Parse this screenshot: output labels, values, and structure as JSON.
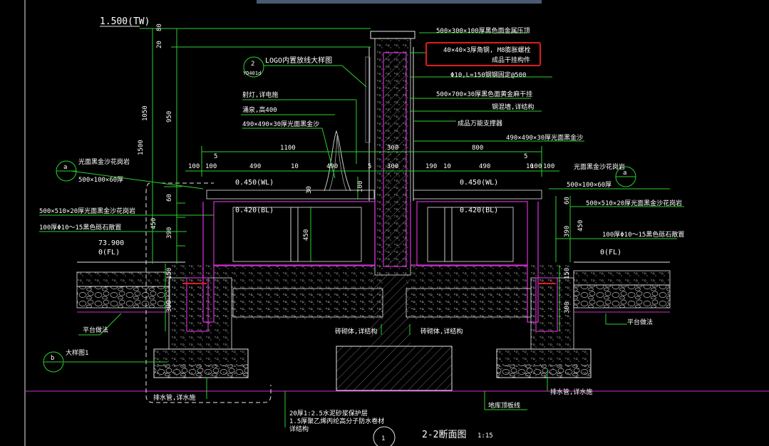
{
  "title": {
    "name": "2-2断面图",
    "scale": "1:15",
    "badge": "1"
  },
  "levels": {
    "tw": "1.500(TW)",
    "wl_left": "0.450(WL)",
    "wl_right": "0.450(WL)",
    "bl_left": "0.420(BL)",
    "bl_right": "0.420(BL)",
    "ground": "73.900",
    "fl_left": "0(FL)",
    "fl_right": "0(FL)"
  },
  "dimensions": {
    "v80": "80",
    "v20": "20",
    "v1050": "1050",
    "v950": "950",
    "v1500": "1500",
    "v60": "60",
    "v450": "450",
    "v390": "390",
    "v150": "150",
    "v300": "300",
    "r60": "60",
    "r390": "390",
    "r450": "450",
    "r150": "150",
    "r300": "300",
    "mid450": "450",
    "mid30": "30",
    "mid100": "100",
    "d5a": "5",
    "d5b": "5",
    "d1100": "1100",
    "d800": "800",
    "d300top": "300",
    "h100a": "100",
    "h100b": "100",
    "h490a": "490",
    "h10a": "10",
    "h490b": "490",
    "h5": "5",
    "h300": "300",
    "h190": "190",
    "h10b": "10",
    "h490c": "490",
    "h10c": "10",
    "h100c": "100",
    "h100d": "100"
  },
  "callouts": {
    "top_cap": "500×300×100厚黑色面金属压顶",
    "hl_line1": "40×40×3厚角钢, M8膨胀螺栓",
    "hl_line2": "成品干挂构件",
    "rebar": "Φ10,L=150钢钢固定@500",
    "panel": "500×700×30厚黑色面黄金麻干挂",
    "rc_wall": "钢混墙,详结构",
    "logo": "LOGO内置放线大样图",
    "detail_no": "2",
    "detail_ref": "YD401d",
    "spotlight": "射灯,详电施",
    "fountain": "涌泉,高400",
    "stone_top": "490×490×30厚光面黑金沙",
    "support": "成品万能支撑器",
    "stone_right": "490×490×30厚光面黑金沙",
    "left_a_title": "光面黑金沙花岗岩",
    "left_a_size": "500×100×60厚",
    "left_a_mark": "a",
    "right_a_title": "光面黑金沙花岗岩",
    "right_a_size": "500×100×60厚",
    "right_a_mark": "a",
    "left_side": "500×510×20厚光面黑金沙花岗岩",
    "right_side": "500×510×20厚光面黑金沙花岗岩",
    "left_pebble": "100厚Φ10～15黑色砾石散置",
    "right_pebble": "100厚Φ10～15黑色砾石散置",
    "masonry_left": "砖砌体,详结构",
    "masonry_right": "砖砌体,详结构",
    "platform_left": "平台做法",
    "platform_right": "平台做法",
    "b_label": "大样图1",
    "b_mark": "b",
    "drain_left": "排水管,详水施",
    "drain_right": "排水管,详水施",
    "footing_top": "地库顶板线",
    "layer1": "20厚1:2.5水泥砂浆保护层",
    "layer2": "1.5厚聚乙烯丙纶高分子防水卷材",
    "layer3": "详结构"
  },
  "colors": {
    "background": "#000000",
    "dim": "#2bd02b",
    "outline": "#d12fd1",
    "text": "#ffffff",
    "highlight": "#e31b1b"
  }
}
